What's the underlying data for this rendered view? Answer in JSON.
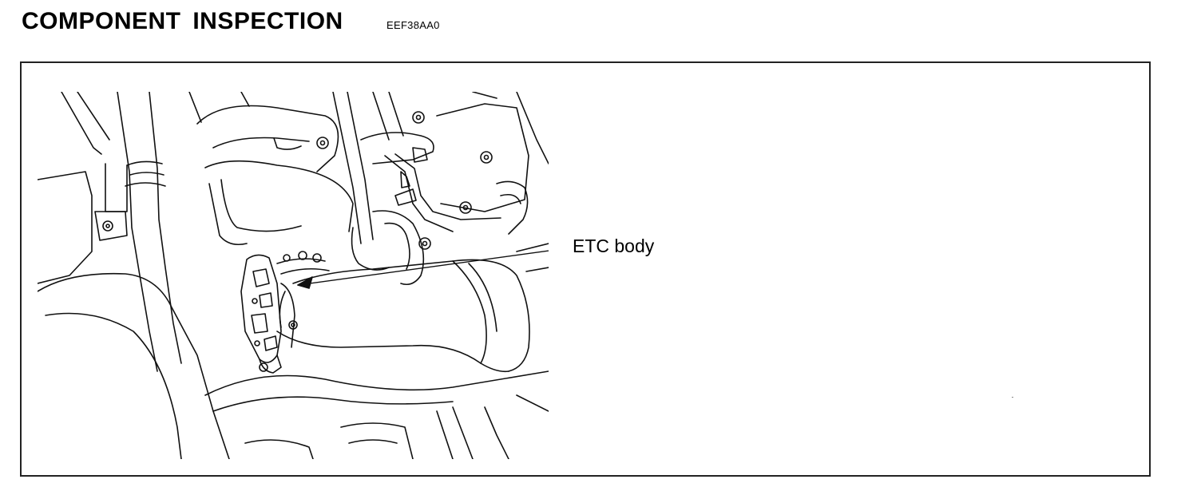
{
  "header": {
    "title": "COMPONENT INSPECTION",
    "code": "EEF38AA0"
  },
  "figure": {
    "callout_label": "ETC body",
    "icon": "engine-bay-line-drawing"
  }
}
